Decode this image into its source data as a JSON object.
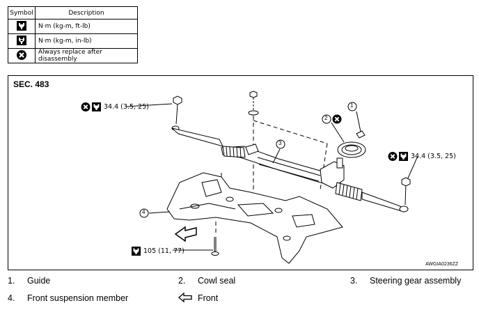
{
  "symbol_table": {
    "header_symbol": "Symbol",
    "header_description": "Description",
    "rows": [
      {
        "icon": "torque-wrench-icon",
        "description": "N·m (kg-m, ft-lb)"
      },
      {
        "icon": "torque-wrench-small-icon",
        "description": "N·m (kg-m, in-lb)"
      },
      {
        "icon": "always-replace-icon",
        "description": "Always replace after disassembly"
      }
    ]
  },
  "diagram": {
    "section": "SEC. 483",
    "reference_code": "AWGIA0236ZZ",
    "torque_left": "34.4 (3.5, 25)",
    "torque_right": "34.4 (3.5, 25)",
    "torque_bolt": "105 (11, 77)",
    "callouts": [
      "1",
      "2",
      "3",
      "4"
    ]
  },
  "parts_legend": {
    "items": [
      {
        "number": "1.",
        "label": "Guide"
      },
      {
        "number": "2.",
        "label": "Cowl seal"
      },
      {
        "number": "3.",
        "label": "Steering gear assembly"
      },
      {
        "number": "4.",
        "label": "Front suspension member"
      }
    ],
    "front_label": "Front"
  }
}
